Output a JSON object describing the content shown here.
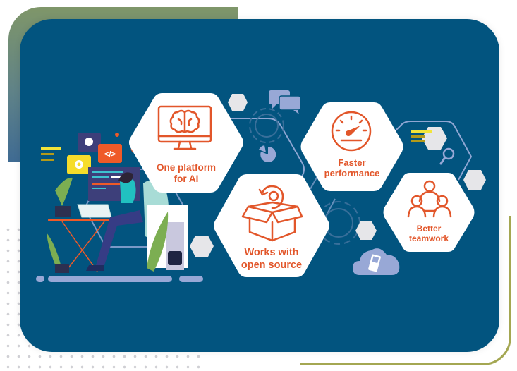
{
  "features": [
    {
      "id": "ai",
      "title_line1": "One platform",
      "title_line2": "for AI",
      "icon": "brain-monitor-icon"
    },
    {
      "id": "open-source",
      "title_line1": "Works with",
      "title_line2": "open source",
      "icon": "box-refresh-icon"
    },
    {
      "id": "performance",
      "title_line1": "Faster",
      "title_line2": "performance",
      "icon": "speedometer-icon"
    },
    {
      "id": "teamwork",
      "title_line1": "Better",
      "title_line2": "teamwork",
      "icon": "team-icon"
    }
  ],
  "decor": {
    "code_tag": "</>"
  },
  "colors": {
    "panel": "#02547f",
    "accent": "#e2562a",
    "hex_white": "#ffffff",
    "hex_gray": "#e6e6e9",
    "line": "#8fa6d3",
    "olive": "#a4a752",
    "yellow": "#f2e43a"
  }
}
